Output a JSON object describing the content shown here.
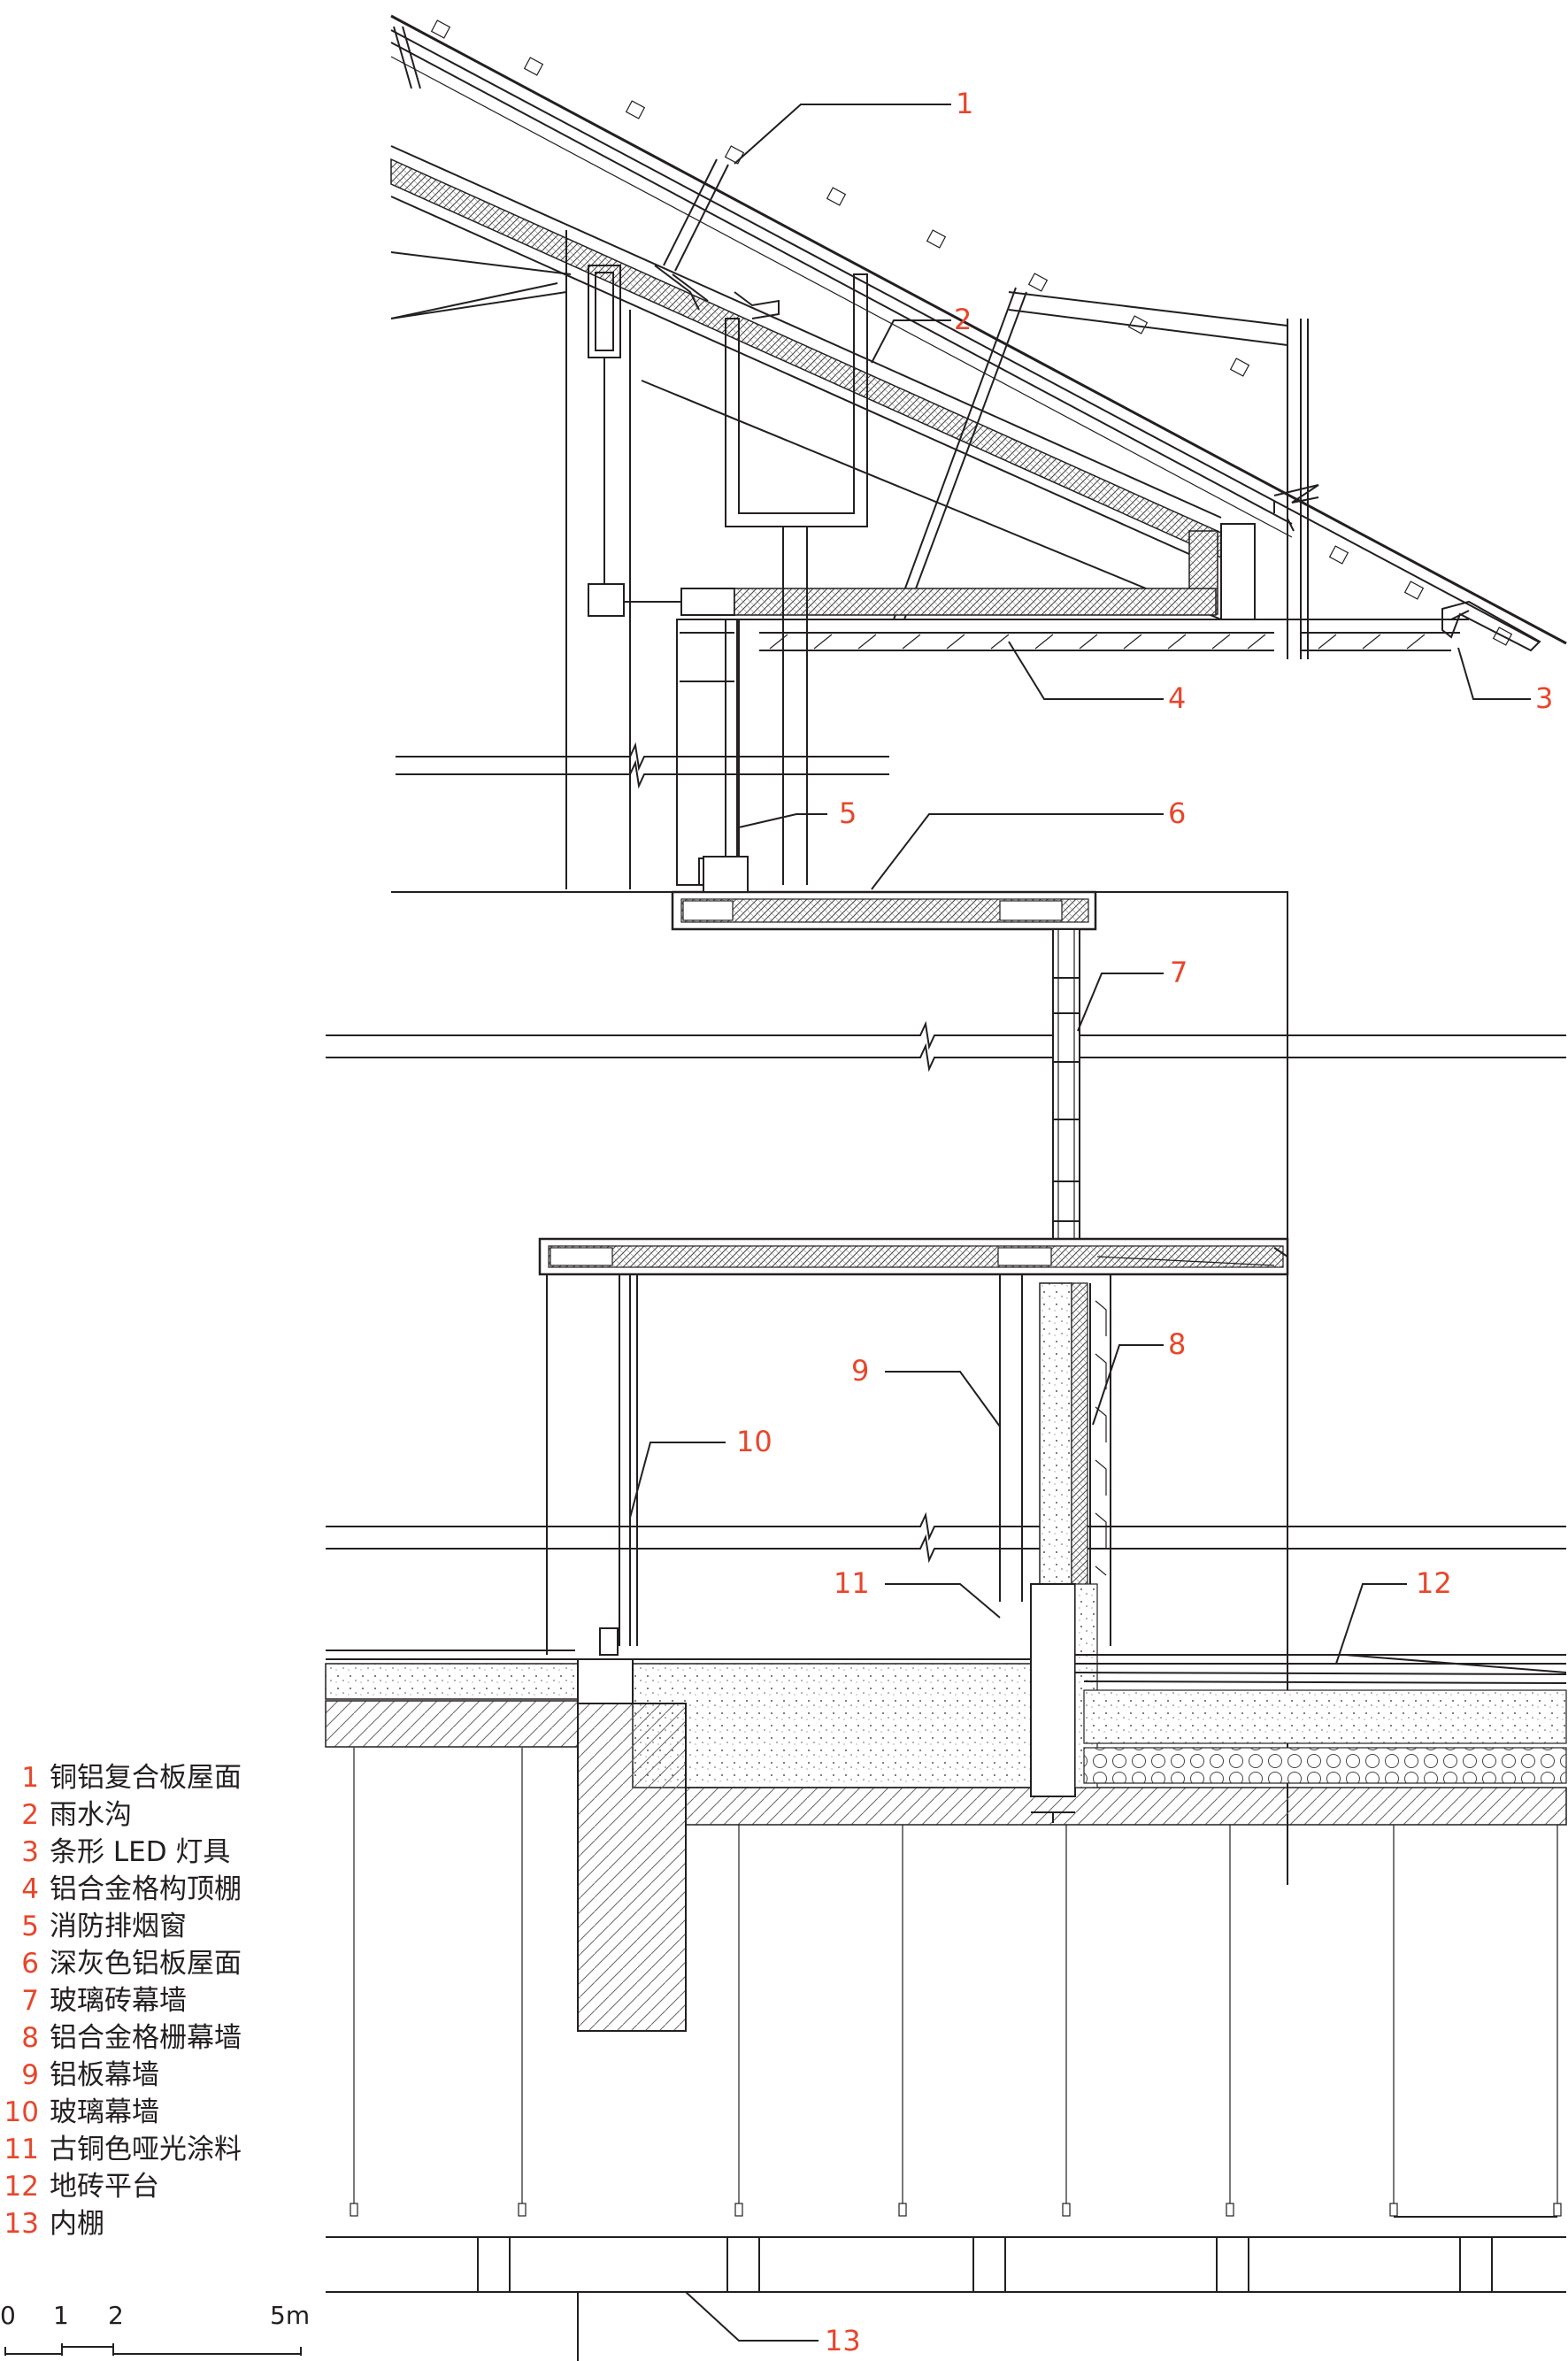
{
  "legend": [
    {
      "num": "1",
      "text": "铜铝复合板屋面"
    },
    {
      "num": "2",
      "text": "雨水沟"
    },
    {
      "num": "3",
      "text": "条形 LED 灯具"
    },
    {
      "num": "4",
      "text": "铝合金格构顶棚"
    },
    {
      "num": "5",
      "text": "消防排烟窗"
    },
    {
      "num": "6",
      "text": "深灰色铝板屋面"
    },
    {
      "num": "7",
      "text": "玻璃砖幕墙"
    },
    {
      "num": "8",
      "text": "铝合金格栅幕墙"
    },
    {
      "num": "9",
      "text": "铝板幕墙"
    },
    {
      "num": "10",
      "text": "玻璃幕墙"
    },
    {
      "num": "11",
      "text": "古铜色哑光涂料"
    },
    {
      "num": "12",
      "text": "地砖平台"
    },
    {
      "num": "13",
      "text": "内棚"
    }
  ],
  "scale": {
    "labels": [
      "0",
      "1",
      "2",
      "5m"
    ]
  },
  "colors": {
    "callout": "#e8462b",
    "line": "#231f20"
  }
}
